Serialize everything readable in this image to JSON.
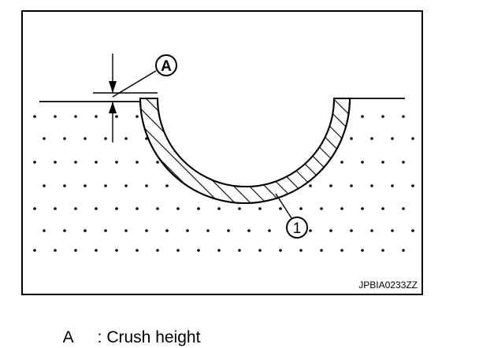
{
  "diagram": {
    "callout_a": "A",
    "callout_1": "1",
    "image_code": "JPBIA0233ZZ"
  },
  "legend": {
    "key": "A",
    "description": ": Crush height"
  },
  "colors": {
    "line": "#000000",
    "background": "#ffffff"
  }
}
